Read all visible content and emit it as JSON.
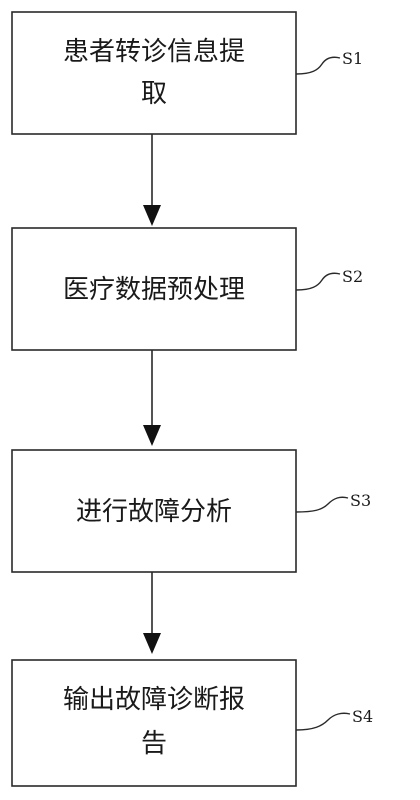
{
  "steps": [
    {
      "id": "S1",
      "lines": [
        "患者转诊信息提",
        "取"
      ]
    },
    {
      "id": "S2",
      "lines": [
        "医疗数据预处理"
      ]
    },
    {
      "id": "S3",
      "lines": [
        "进行故障分析"
      ]
    },
    {
      "id": "S4",
      "lines": [
        "输出故障诊断报",
        "告"
      ]
    }
  ]
}
